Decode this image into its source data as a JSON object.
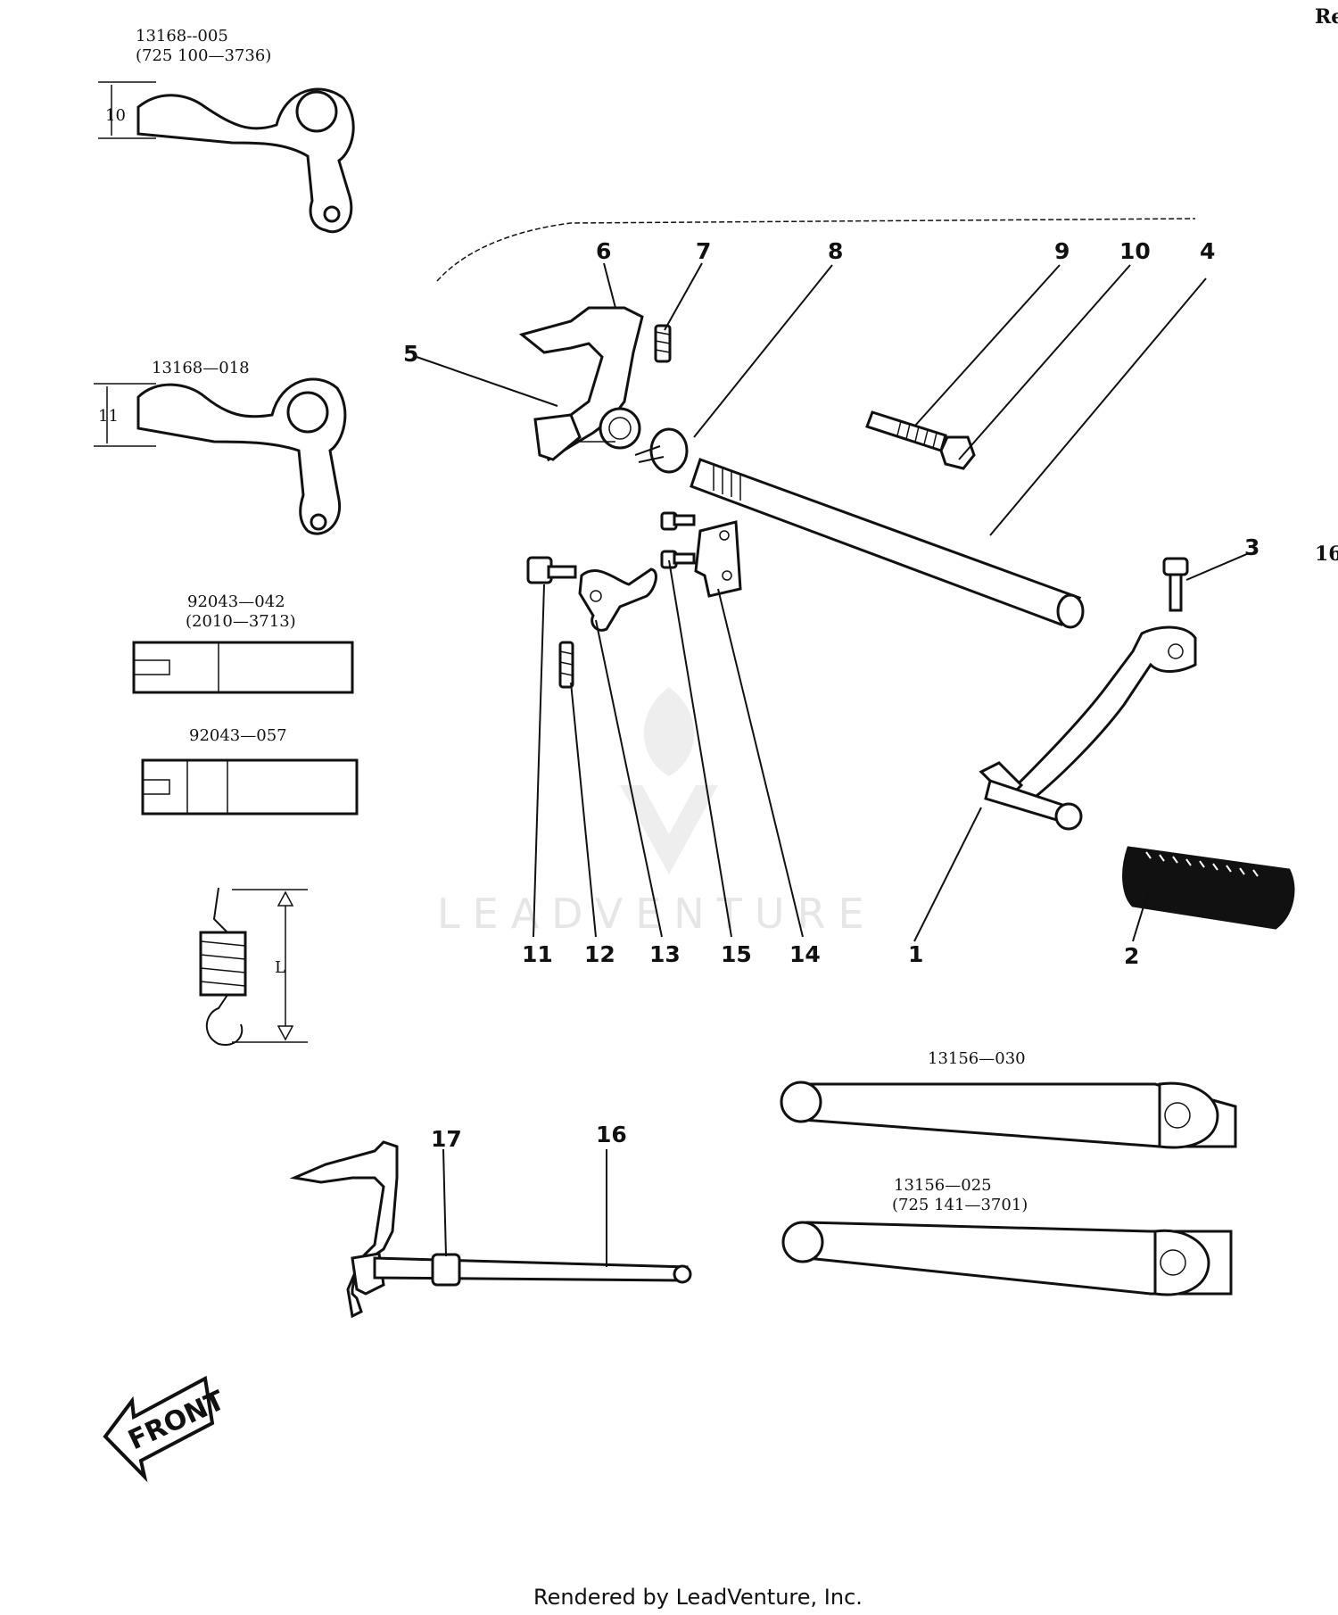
{
  "callouts": {
    "n1": "1",
    "n2": "2",
    "n3": "3",
    "n4": "4",
    "n5": "5",
    "n6": "6",
    "n7": "7",
    "n8": "8",
    "n9": "9",
    "n10": "10",
    "n11": "11",
    "n12": "12",
    "n13": "13",
    "n14": "14",
    "n15": "15",
    "n16": "16",
    "n17": "17"
  },
  "part_numbers": {
    "lever_005": "13168--005",
    "lever_005_alt": "(725 100—3736)",
    "lever_018": "13168—018",
    "pin_042": "92043—042",
    "pin_042_alt": "(2010—3713)",
    "pin_057": "92043—057",
    "arm_030": "13156—030",
    "arm_025": "13156—025",
    "arm_025_alt": "(725 141—3701)"
  },
  "dimensions": {
    "d10": "10",
    "d11": "11",
    "dL": "L"
  },
  "front_label": "FRONT",
  "edge_text": {
    "top_right": "Re",
    "mid_right": "16"
  },
  "watermark": "LEADVENTURE",
  "footer": "Rendered by LeadVenture, Inc."
}
